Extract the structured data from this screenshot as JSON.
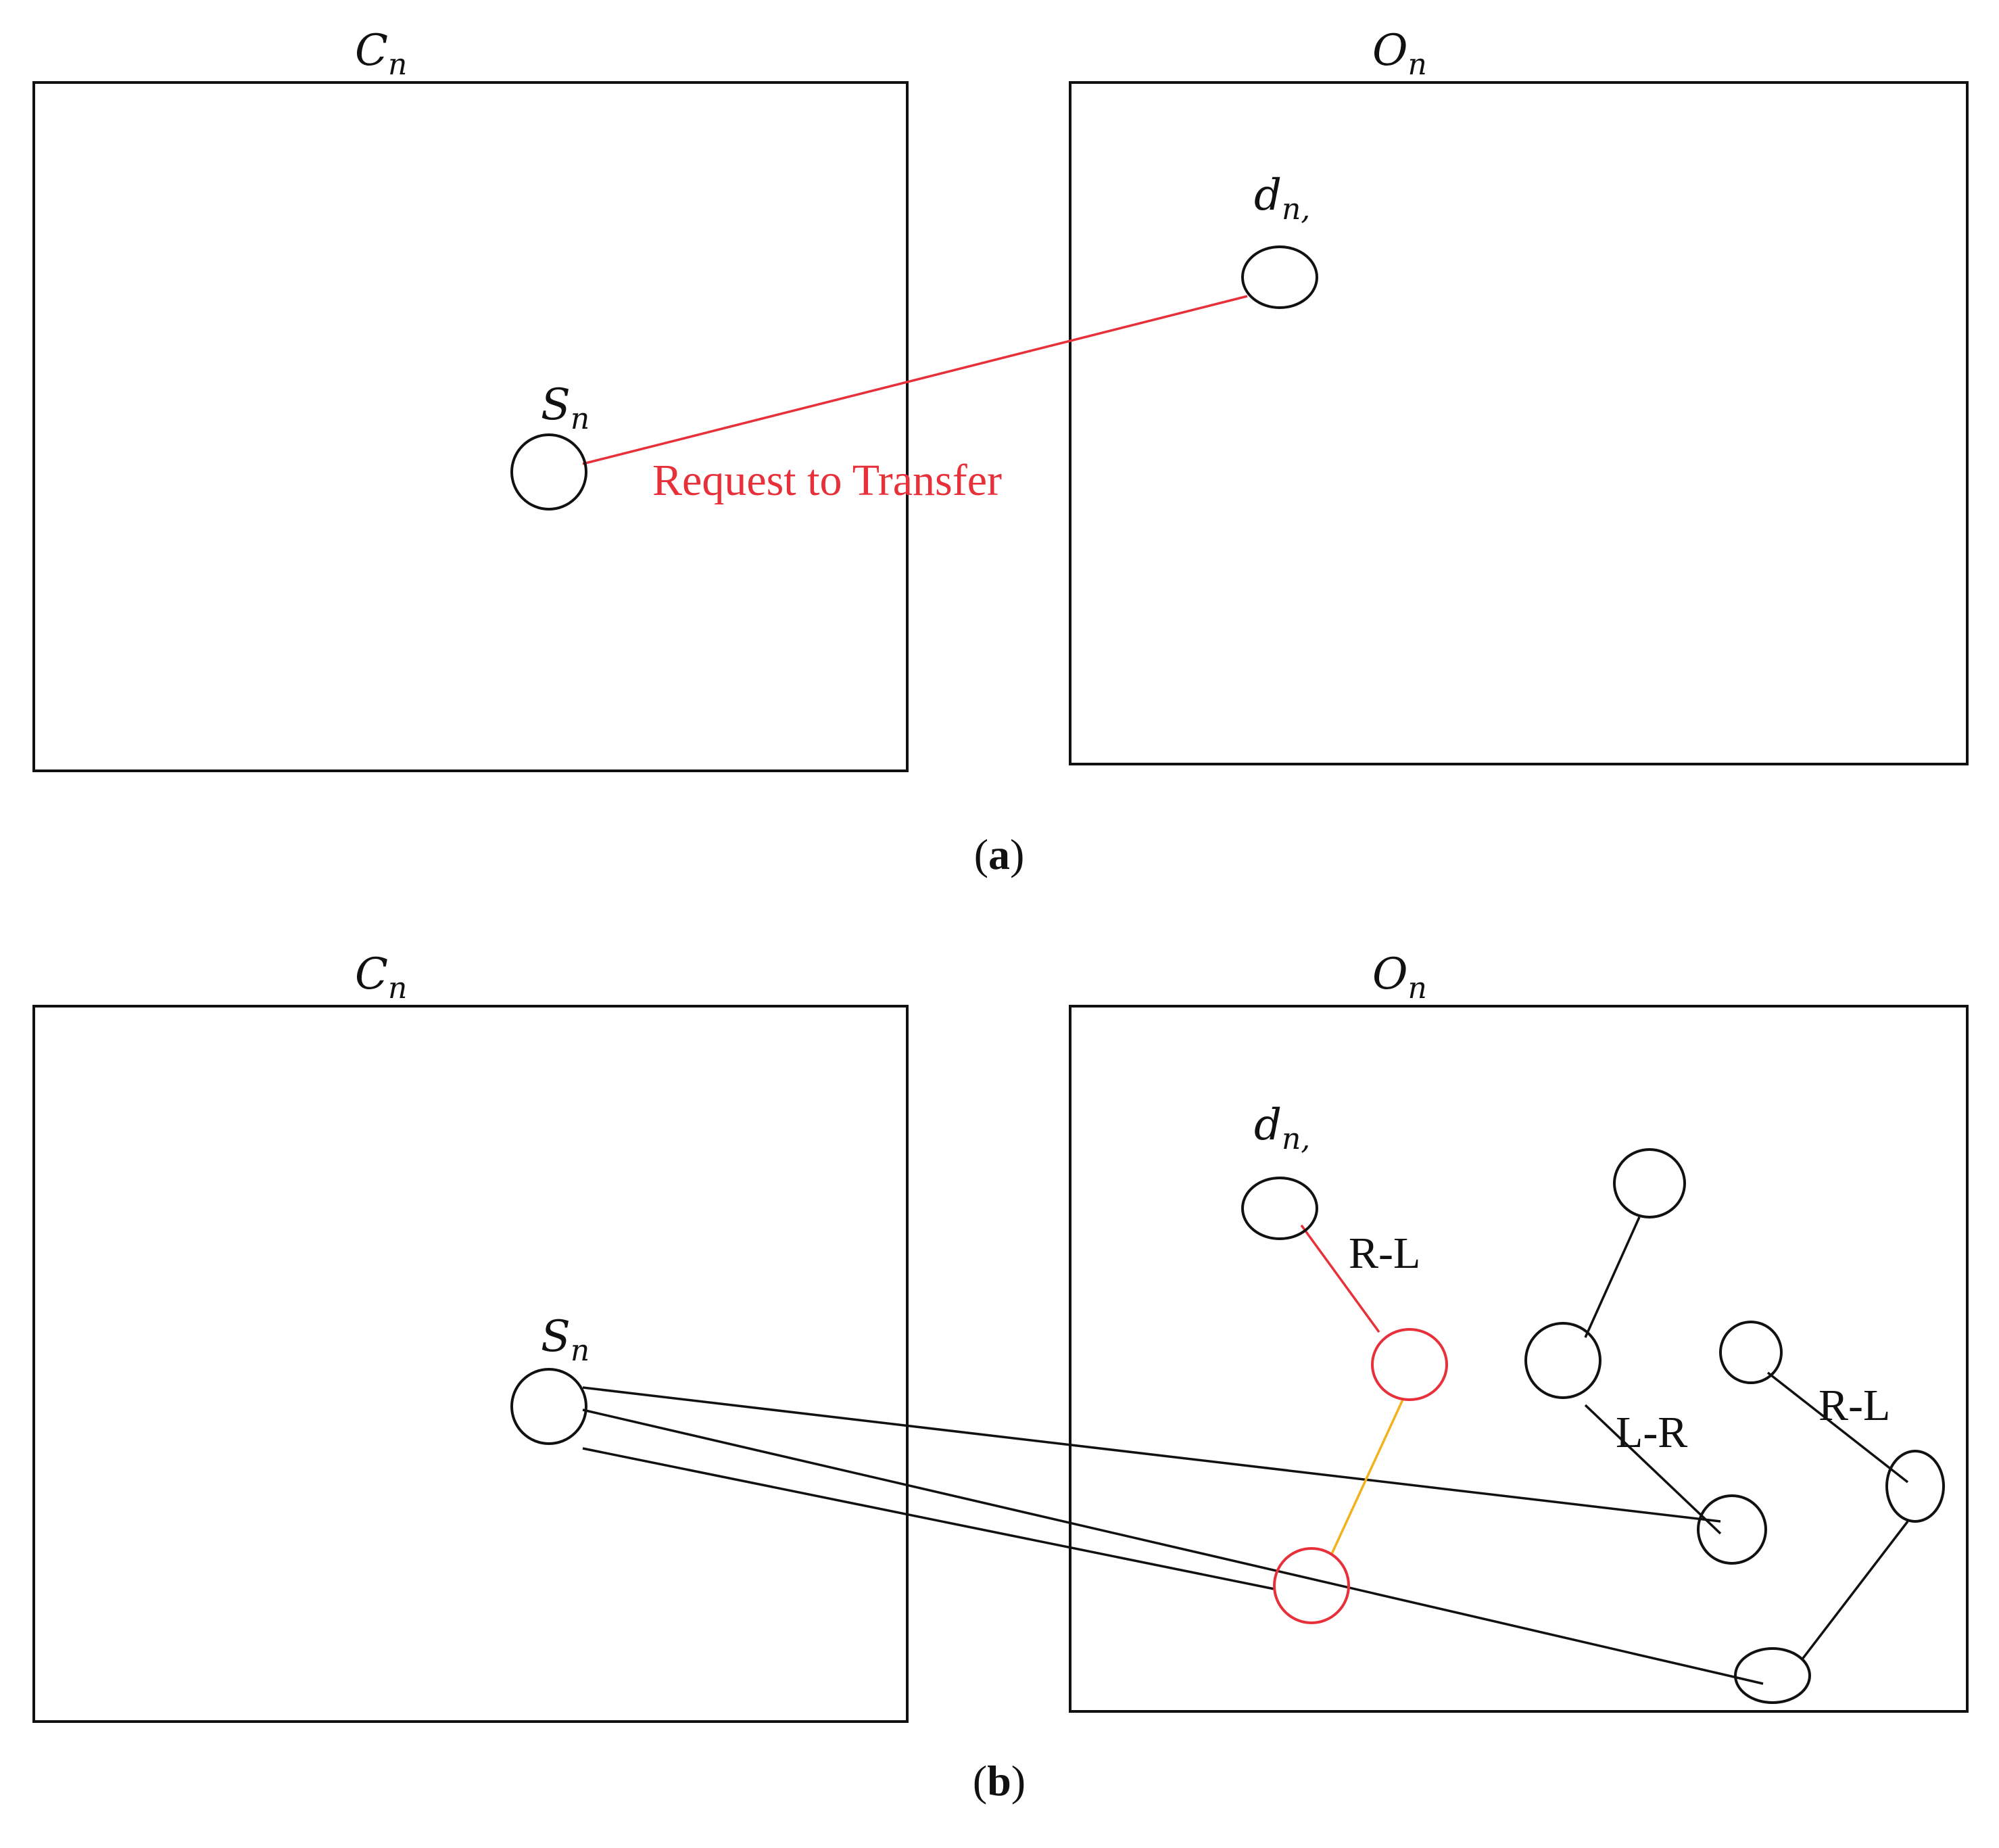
{
  "colors": {
    "black": "#111111",
    "red": "#e8303a",
    "yellow": "#f2b21c"
  },
  "panel_a": {
    "caption_letter": "a",
    "left_box_label": {
      "base": "C",
      "sub": "n"
    },
    "right_box_label": {
      "base": "O",
      "sub": "n"
    },
    "source_label": {
      "base": "S",
      "sub": "n"
    },
    "dest_label": {
      "base": "d",
      "sub": "n,"
    },
    "request_label": "Request to Transfer"
  },
  "panel_b": {
    "caption_letter": "b",
    "left_box_label": {
      "base": "C",
      "sub": "n"
    },
    "right_box_label": {
      "base": "O",
      "sub": "n"
    },
    "source_label": {
      "base": "S",
      "sub": "n"
    },
    "dest_label": {
      "base": "d",
      "sub": "n,"
    },
    "edge_labels": [
      "R-L",
      "L-R",
      "R-L"
    ]
  }
}
